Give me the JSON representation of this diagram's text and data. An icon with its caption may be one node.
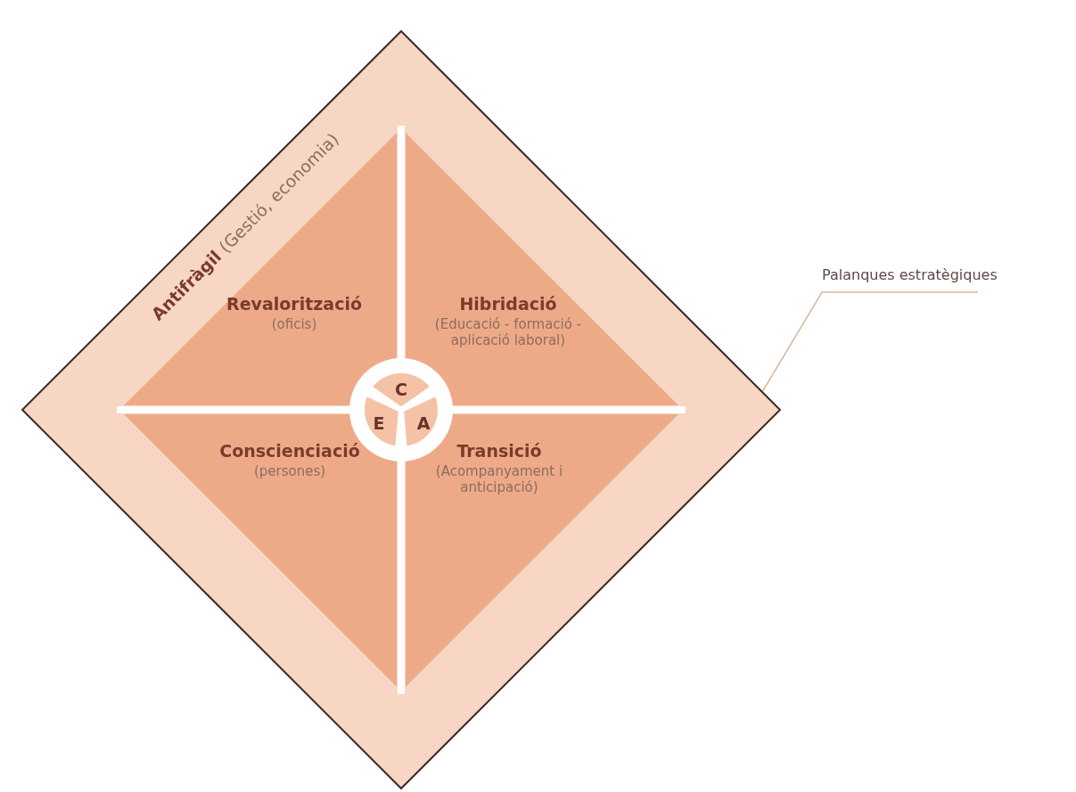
{
  "diagram": {
    "nodes": [
      {
        "text": [
          "**Antifràgil** (Gestió, economia)"
        ]
      },
      {
        "text": [
          "Revalorització",
          "(oficis)"
        ],
        "in": 0
      },
      {
        "text": [
          "Hibridació",
          "(Educació - formació - aplicació laboral)"
        ],
        "in": 0
      },
      {
        "text": [
          "Conscienciació",
          "(persones)"
        ],
        "in": 0
      },
      {
        "text": [
          "Transició",
          "(Acompanyament i anticipació)"
        ],
        "in": 0
      },
      {
        "text": [],
        "shape": "circle",
        "in": 0
      },
      {
        "text": [
          "C"
        ],
        "in": 5
      },
      {
        "text": [
          "E"
        ],
        "in": 5
      },
      {
        "text": [
          "A"
        ],
        "in": 5
      },
      {
        "text": [
          "Palanques estratègiques"
        ]
      }
    ],
    "edges": [
      {
        "from": 9,
        "to": 0,
        "arrow": "none"
      }
    ]
  }
}
